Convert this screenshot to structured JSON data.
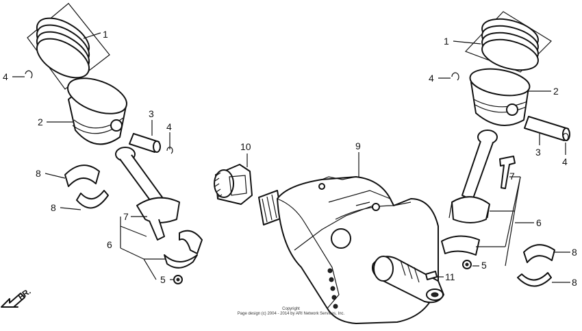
{
  "callouts": {
    "left_1": "1",
    "left_2": "2",
    "left_3": "3",
    "left_4a": "4",
    "left_4b": "4",
    "left_5": "5",
    "left_6": "6",
    "left_7": "7",
    "left_8a": "8",
    "left_8b": "8",
    "center_9": "9",
    "center_10": "10",
    "center_11": "11",
    "right_1": "1",
    "right_2": "2",
    "right_3": "3",
    "right_4a": "4",
    "right_4b": "4",
    "right_5": "5",
    "right_6": "6",
    "right_7": "7",
    "right_8a": "8",
    "right_8b": "8"
  },
  "direction_label": "FR.",
  "copyright": {
    "line1": "Copyright",
    "line2": "Page design (c) 2004 - 2014 by ARI Network Services, Inc."
  }
}
